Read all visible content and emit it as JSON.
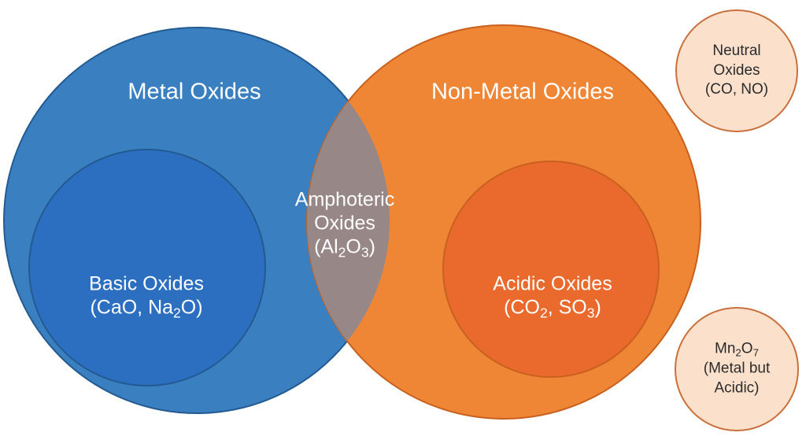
{
  "metal": {
    "title": "Metal Oxides",
    "basic": {
      "line1": "Basic Oxides",
      "line2_a": "(CaO, Na",
      "line2_sub": "2",
      "line2_b": "O)"
    }
  },
  "nonmetal": {
    "title": "Non-Metal Oxides",
    "acidic": {
      "line1": "Acidic Oxides",
      "line2_a": "(CO",
      "line2_sub1": "2",
      "line2_mid": ", SO",
      "line2_sub2": "3",
      "line2_b": ")"
    }
  },
  "amphoteric": {
    "line1": "Amphoteric",
    "line2": "Oxides",
    "line3_a": "(Al",
    "line3_sub1": "2",
    "line3_mid": "O",
    "line3_sub2": "3",
    "line3_b": ")"
  },
  "neutral": {
    "line1": "Neutral",
    "line2": "Oxides",
    "line3": "(CO, NO)"
  },
  "exception": {
    "line1_a": "Mn",
    "line1_sub1": "2",
    "line1_mid": "O",
    "line1_sub2": "7",
    "line2": "(Metal but",
    "line3": "Acidic)"
  },
  "colors": {
    "metal": "#3a80c1",
    "metal_inner": "#2c6fc1",
    "metal_stroke": "#235a92",
    "nonmetal": "#ee8636",
    "nonmetal_inner": "#e96a2c",
    "nonmetal_stroke": "#c9601d",
    "overlap": "#978786",
    "small_fill": "#fbe0cc",
    "small_stroke": "#c9703c"
  }
}
